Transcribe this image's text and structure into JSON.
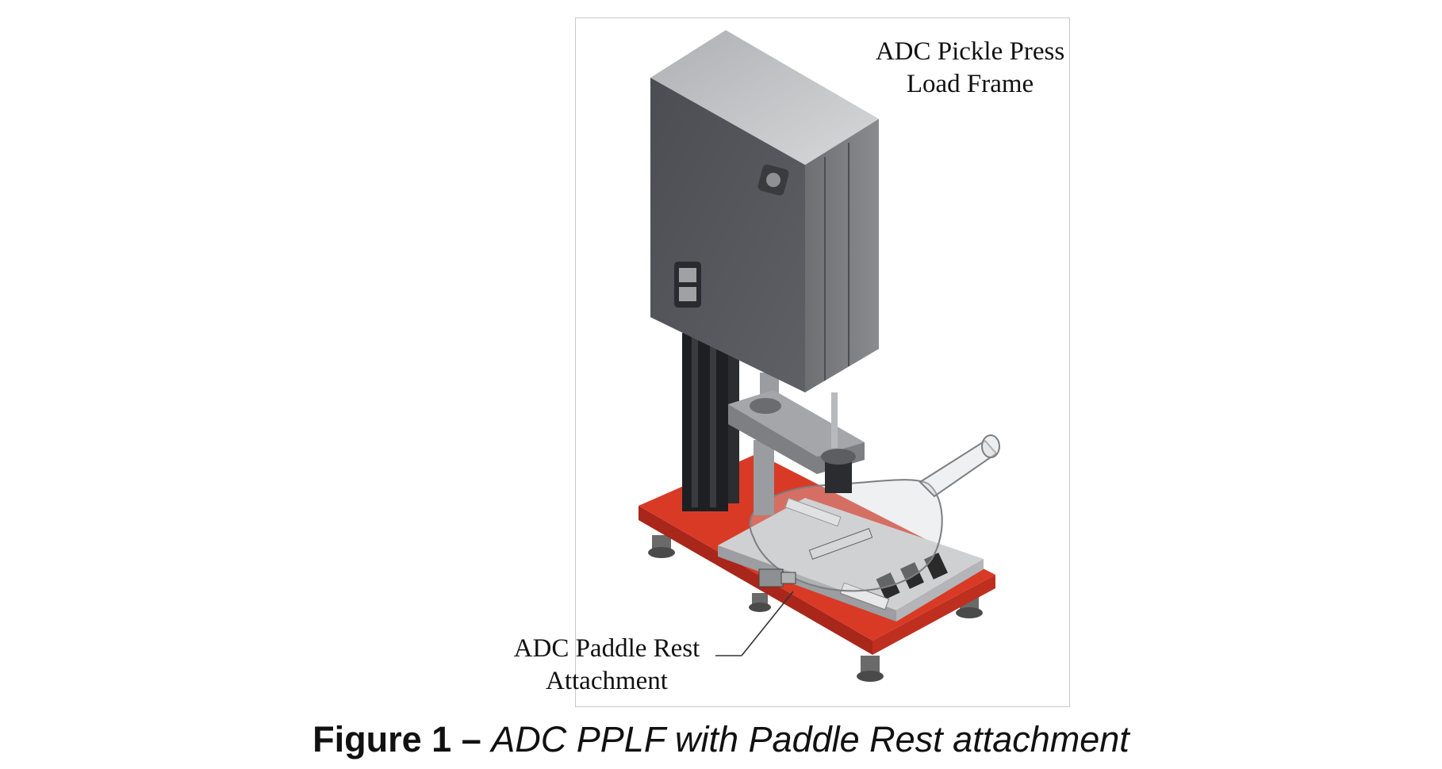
{
  "figure": {
    "callouts": {
      "load_frame_line1": "ADC Pickle Press",
      "load_frame_line2": "Load Frame",
      "paddle_rest_line1": "ADC Paddle Rest",
      "paddle_rest_line2": "Attachment"
    },
    "caption": {
      "number": "Figure 1 – ",
      "text": "ADC PPLF with Paddle Rest attachment"
    }
  },
  "colors": {
    "base_plate": "#d93a26",
    "housing": "#55565a",
    "column": "#1e1f22"
  }
}
